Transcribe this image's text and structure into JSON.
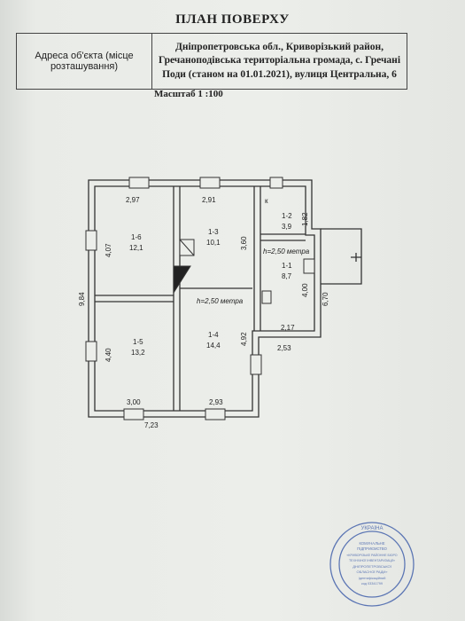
{
  "title": "ПЛАН ПОВЕРХУ",
  "address": {
    "label": "Адреса об'єкта (місце розташування)",
    "value": "Дніпропетровська обл., Криворізький район, Гречаноподівська територіальна громада, с. Гречані Поди (станом на 01.01.2021), вулиця Центральна, 6"
  },
  "scale": "Масштаб 1 :100",
  "rooms": [
    {
      "id": "1-6",
      "area": "12,1"
    },
    {
      "id": "1-3",
      "area": "10,1"
    },
    {
      "id": "1-2",
      "area": "3,9"
    },
    {
      "id": "1-1",
      "area": "8,7"
    },
    {
      "id": "1-5",
      "area": "13,2"
    },
    {
      "id": "1-4",
      "area": "14,4"
    }
  ],
  "dimensions": {
    "d297": "2,97",
    "d291": "2,91",
    "d407": "4,07",
    "d360": "3,60",
    "d182": "1,82",
    "d984": "9,84",
    "d440": "4,40",
    "d492": "4,92",
    "d400": "4,00",
    "d670": "6,70",
    "d217": "2,17",
    "d253": "2,53",
    "d300": "3,00",
    "d293": "2,93",
    "d723": "7,23"
  },
  "heights": {
    "h1": "h=2,50 метра",
    "h2": "h=2,50 метра"
  },
  "marker_k": "к",
  "stamp": {
    "top": "УКРАЇНА",
    "lines": [
      "КОМУНАЛЬНЕ",
      "ПІДПРИЄМСТВО",
      "«КРИВОРІЗЬКЕ РАЙОННЕ БЮРО",
      "ТЕХНІЧНОЇ ІНВЕНТАРИЗАЦІЇ»",
      "ДНІПРОПЕТРОВСЬКОЇ",
      "ОБЛАСНОЇ РАДИ»",
      "Ідентифікаційний",
      "код 03341799"
    ]
  }
}
